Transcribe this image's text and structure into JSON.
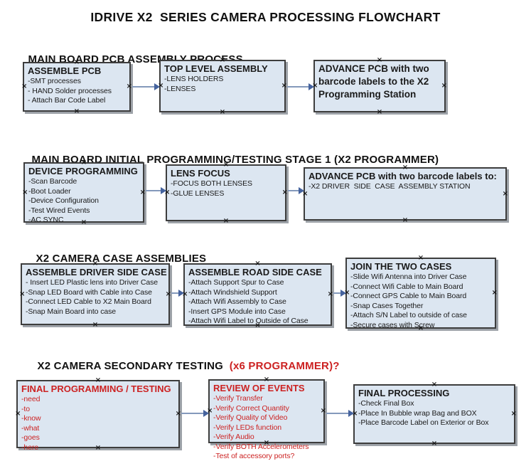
{
  "title": "IDRIVE X2  SERIES CAMERA PROCESSING FLOWCHART",
  "colors": {
    "red": "#cc2222",
    "box_fill": "#dce6f1",
    "box_border": "#3d3d3d",
    "arrow_line": "#8499bb",
    "arrow_head": "#45639e"
  },
  "sections": [
    {
      "heading": "MAIN BOARD PCB ASSEMBLY PROCESS",
      "boxes": [
        {
          "header": "ASSEMBLE PCB",
          "items": [
            "-SMT processes",
            "- HAND Solder processes",
            "- Attach Bar Code Label"
          ]
        },
        {
          "header": "TOP LEVEL ASSEMBLY",
          "items": [
            "-LENS HOLDERS",
            "-LENSES"
          ]
        },
        {
          "header": "ADVANCE PCB with two barcode labels to the X2 Programming Station",
          "items": []
        }
      ]
    },
    {
      "heading": "MAIN BOARD INITIAL PROGRAMMING/TESTING STAGE 1 (X2 PROGRAMMER)",
      "boxes": [
        {
          "header": "DEVICE PROGRAMMING",
          "items": [
            "-Scan Barcode",
            "-Boot Loader",
            "-Device Configuration",
            "-Test Wired Events",
            "-AC SYNC"
          ]
        },
        {
          "header": "LENS FOCUS",
          "items": [
            "-FOCUS BOTH LENSES",
            "-GLUE LENSES"
          ]
        },
        {
          "header": "ADVANCE PCB with two barcode labels to:",
          "items": [
            "-X2 DRIVER  SIDE  CASE  ASSEMBLY STATION"
          ]
        }
      ]
    },
    {
      "heading": "X2 CAMERA CASE ASSEMBLIES",
      "boxes": [
        {
          "header": "ASSEMBLE DRIVER SIDE CASE",
          "items": [
            "- Insert LED Plastic lens into Driver Case",
            "-Snap LED Board with Cable into Case",
            "-Connect LED Cable to X2 Main Board",
            "-Snap Main Board into case"
          ]
        },
        {
          "header": "ASSEMBLE ROAD SIDE CASE",
          "items": [
            "-Attach Support Spur to Case",
            "-Attach Windshield Support",
            "-Attach Wifi Assembly to Case",
            "-Insert GPS Module into Case",
            "-Attach Wifi Label to Outside of Case"
          ]
        },
        {
          "header": "JOIN THE TWO CASES",
          "items": [
            "-Slide Wifi Antenna into Driver Case",
            "-Connect Wifi Cable to Main Board",
            "-Connect GPS Cable to Main Board",
            "-Snap Cases Together",
            "-Attach S/N Label to outside of case",
            "-Secure cases with Screw"
          ]
        }
      ]
    },
    {
      "heading": "X2 CAMERA SECONDARY TESTING",
      "heading_suffix": "  (x6 PROGRAMMER)?",
      "boxes": [
        {
          "header": "FINAL PROGRAMMING / TESTING",
          "items": [
            "-need",
            "-to",
            "-know",
            "-what",
            "-goes",
            "-here"
          ]
        },
        {
          "header": "REVIEW OF EVENTS",
          "items": [
            "-Verify Transfer",
            "-Verify Correct Quantity",
            "-Verify Quality of Video",
            "-Verify LEDs function",
            "-Verify Audio",
            "-Verify BOTH Accelerometers",
            "-Test of accessory ports?"
          ]
        },
        {
          "header": "FINAL PROCESSING",
          "items": [
            "-Check Final Box",
            "-Place In Bubble wrap Bag and BOX",
            "-Place Barcode Label on Exterior or Box"
          ]
        }
      ]
    }
  ]
}
